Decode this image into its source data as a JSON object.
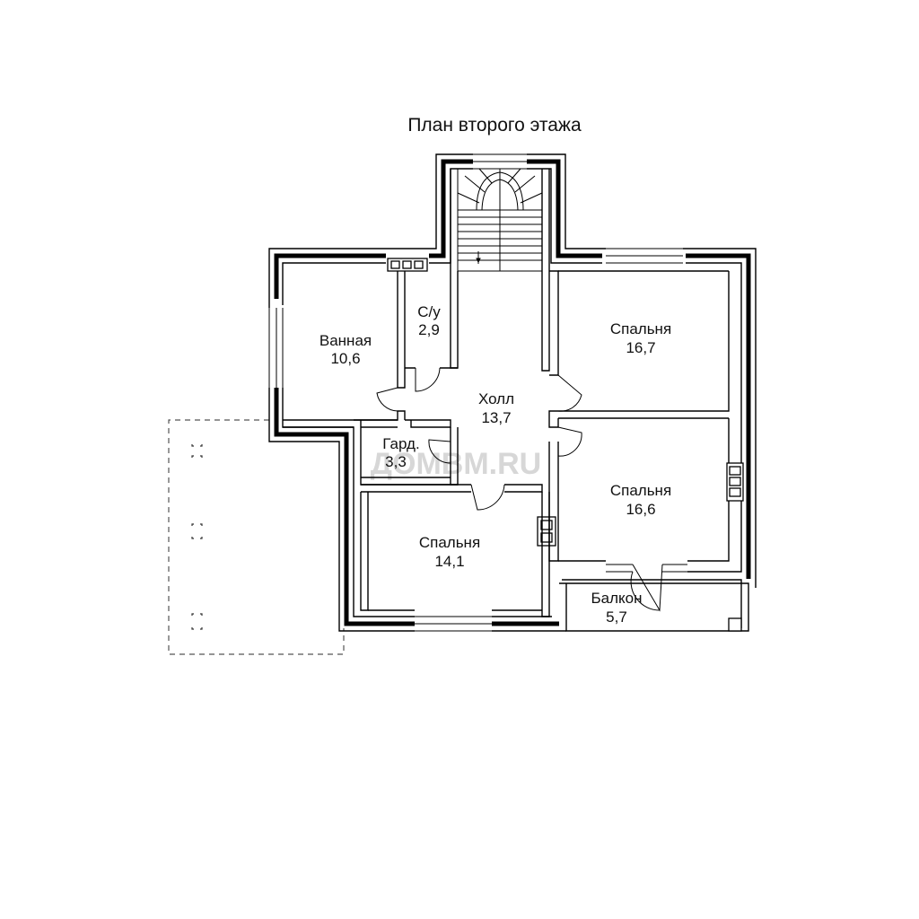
{
  "title": "План второго этажа",
  "watermark": "ДОМВМ.RU",
  "rooms": [
    {
      "name": "С/у",
      "area": "2,9"
    },
    {
      "name": "Ванная",
      "area": "10,6"
    },
    {
      "name": "Спальня",
      "area": "16,7"
    },
    {
      "name": "Холл",
      "area": "13,7"
    },
    {
      "name": "Гард.",
      "area": "3,3"
    },
    {
      "name": "Спальня",
      "area": "16,6"
    },
    {
      "name": "Спальня",
      "area": "14,1"
    },
    {
      "name": "Балкон",
      "area": "5,7"
    }
  ]
}
